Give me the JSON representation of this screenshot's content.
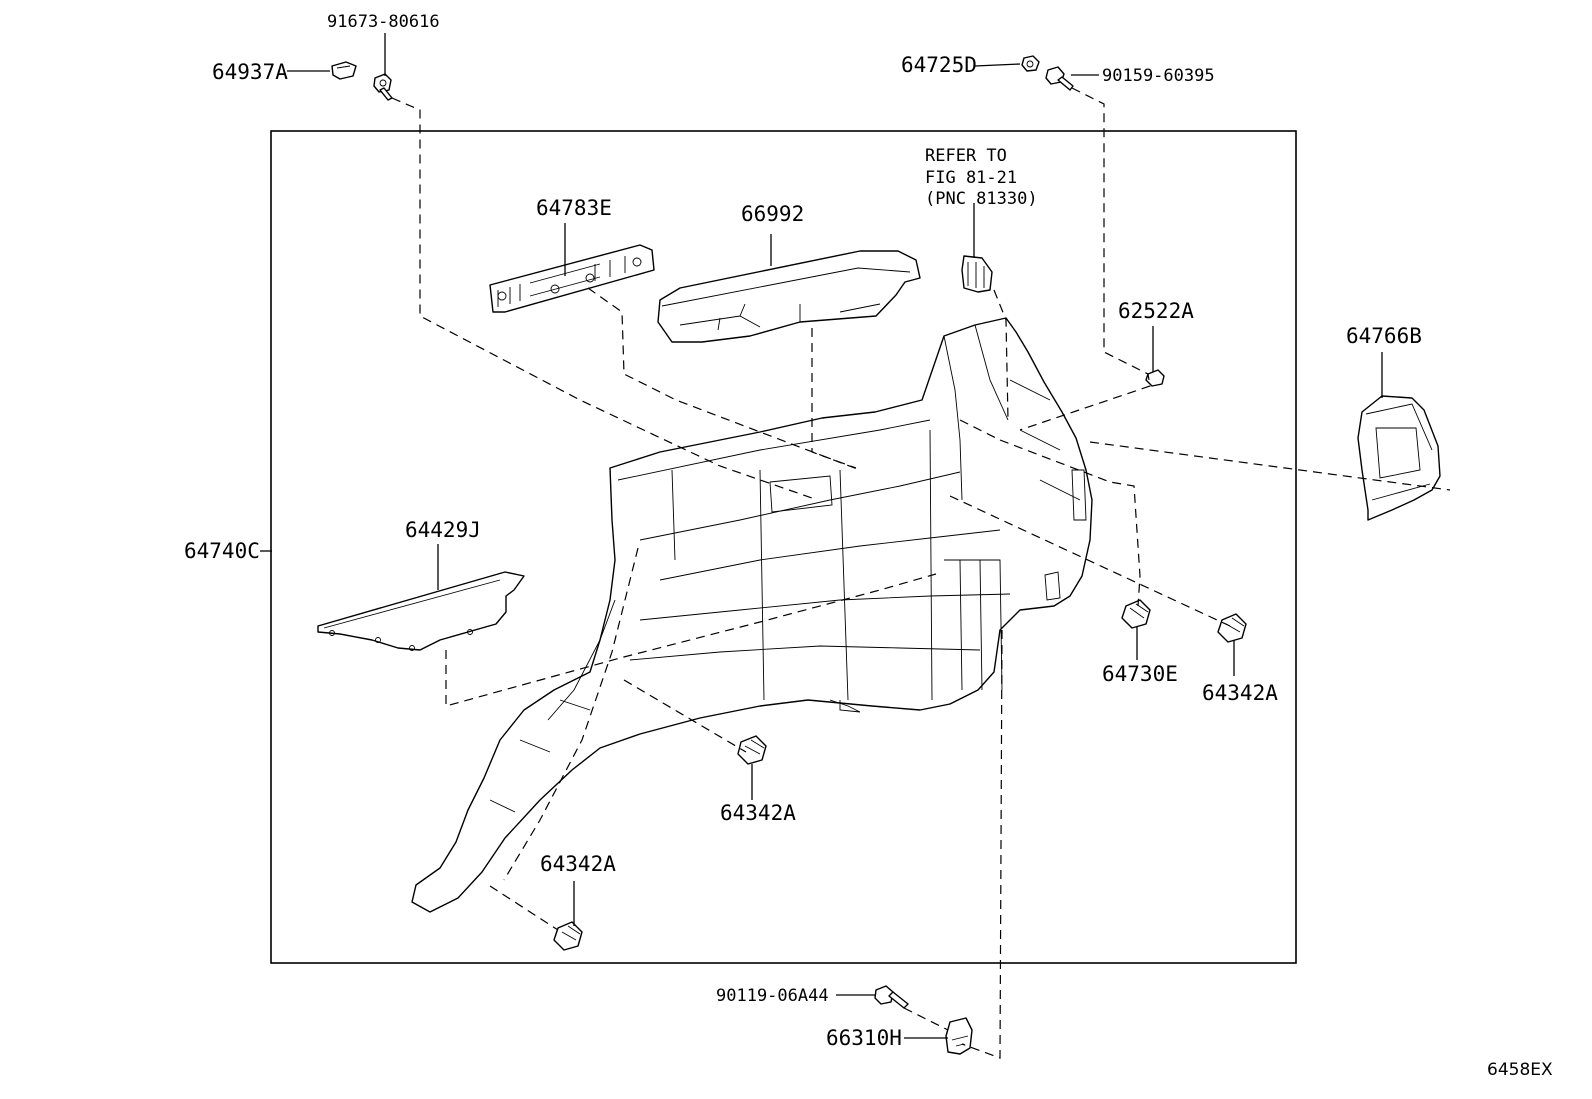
{
  "title": "",
  "diagram_code": "6458EX",
  "callouts": {
    "p_91673_80616": "91673-80616",
    "p_64937A": "64937A",
    "p_64725D": "64725D",
    "p_90159_60395": "90159-60395",
    "p_64783E": "64783E",
    "p_66992": "66992",
    "p_62522A": "62522A",
    "p_64766B": "64766B",
    "p_64740C": "64740C",
    "p_64429J": "64429J",
    "p_64730E": "64730E",
    "p_64342A_right": "64342A",
    "p_64342A_center": "64342A",
    "p_64342A_lower": "64342A",
    "p_90119_06A44": "90119-06A44",
    "p_66310H": "66310H"
  },
  "reference_note": {
    "line1": "REFER TO",
    "line2": "FIG 81-21",
    "line3": "(PNC 81330)"
  }
}
